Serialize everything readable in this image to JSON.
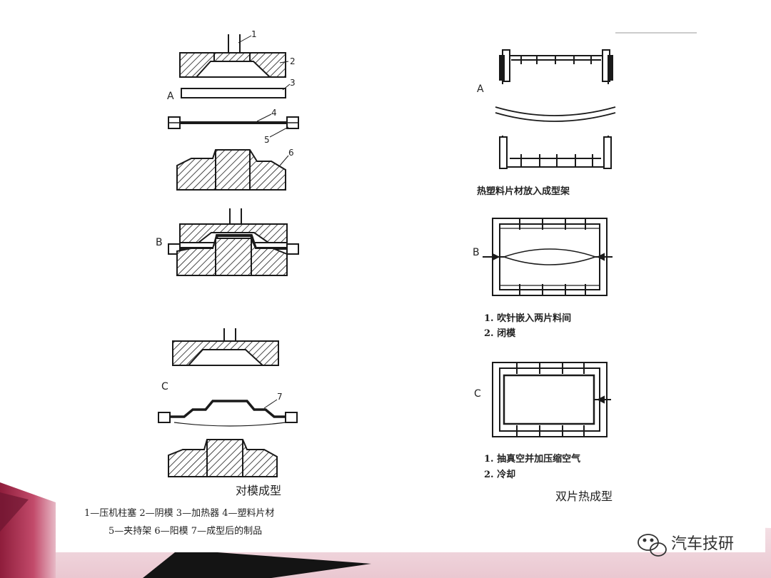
{
  "left_panel": {
    "title": "对模成型",
    "step_labels": {
      "a": "A",
      "b": "B",
      "c": "C"
    },
    "part_numbers": [
      "1",
      "2",
      "3",
      "4",
      "5",
      "6",
      "7"
    ],
    "legend_line1": "1—压机柱塞   2—阴模   3—加热器   4—塑料片材",
    "legend_line2": "5—夹持架   6—阳模   7—成型后的制品"
  },
  "right_panel": {
    "title": "双片热成型",
    "step_labels": {
      "a": "A",
      "b": "B",
      "c": "C"
    },
    "note_a": "热塑料片材放入成型架",
    "note_b": [
      "1. 吹针嵌入两片料间",
      "2. 闭模"
    ],
    "note_c": [
      "1. 抽真空并加压缩空气",
      "2. 冷却"
    ]
  },
  "watermark": {
    "text": "汽车技研",
    "icon": "wechat-icon"
  },
  "colors": {
    "accent": "#b0294d",
    "ink": "#1a1a1a",
    "background": "#ffffff"
  }
}
